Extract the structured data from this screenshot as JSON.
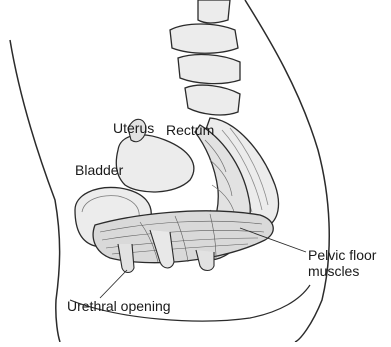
{
  "labels": {
    "uterus": "Uterus",
    "rectum": "Rectum",
    "bladder": "Bladder",
    "pelvic_floor_line1": "Pelvic floor",
    "pelvic_floor_line2": "muscles",
    "urethral_opening": "Urethral opening"
  },
  "colors": {
    "line": "#2b2b2b",
    "fill_light": "#ececec",
    "fill_mid": "#d9d9d9",
    "background": "#ffffff"
  }
}
